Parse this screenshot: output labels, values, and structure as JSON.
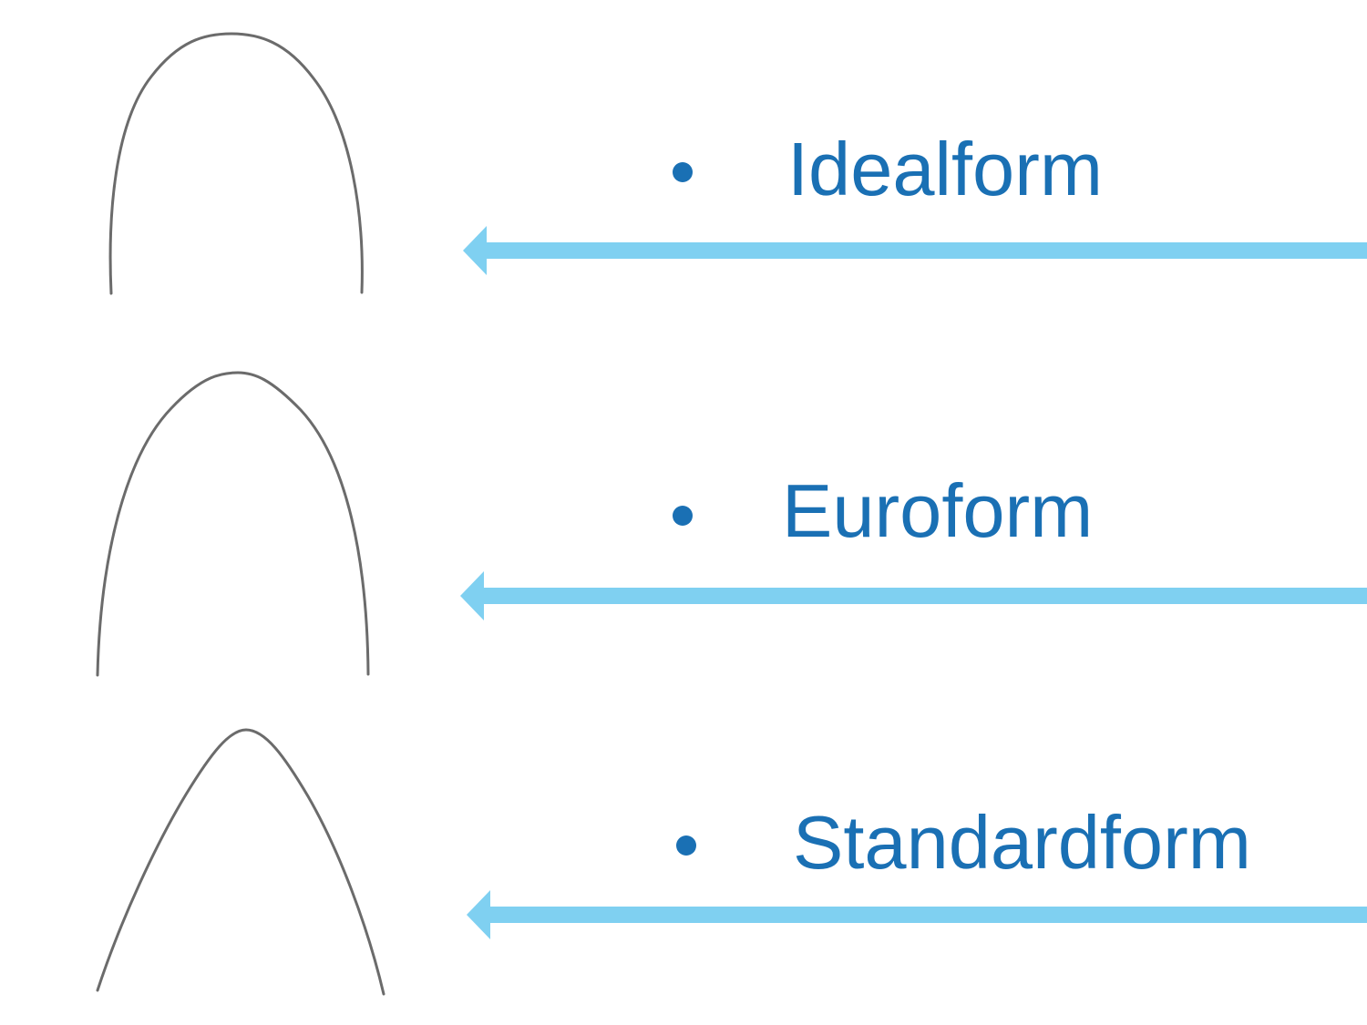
{
  "colors": {
    "label_blue": "#1a70b4",
    "arrow_blue": "#7fd0f1",
    "wire_gray": "#6b6b6b",
    "background": "#ffffff"
  },
  "rows": [
    {
      "label": "Idealform",
      "bullet_icon": "bullet-dot",
      "arrow_icon": "left-arrow",
      "wire_icon": "idealform-arch-wire"
    },
    {
      "label": "Euroform",
      "bullet_icon": "bullet-dot",
      "arrow_icon": "left-arrow",
      "wire_icon": "euroform-arch-wire"
    },
    {
      "label": "Standardform",
      "bullet_icon": "bullet-dot",
      "arrow_icon": "left-arrow",
      "wire_icon": "standardform-arch-wire"
    }
  ]
}
